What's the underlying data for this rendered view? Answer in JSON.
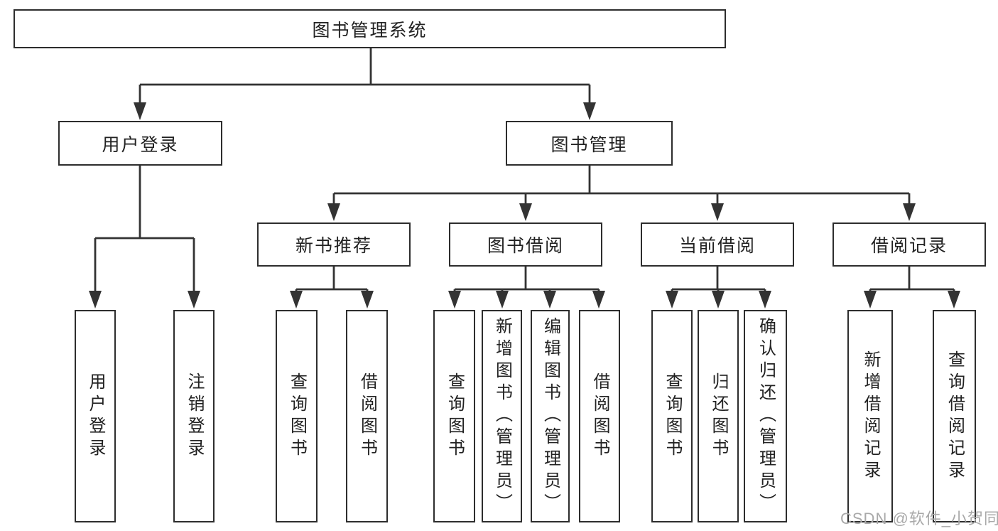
{
  "diagram": {
    "root": {
      "label": "图书管理系统"
    },
    "level2": [
      {
        "label": "用户登录"
      },
      {
        "label": "图书管理"
      }
    ],
    "level3": [
      {
        "label": "新书推荐"
      },
      {
        "label": "图书借阅"
      },
      {
        "label": "当前借阅"
      },
      {
        "label": "借阅记录"
      }
    ],
    "leaves": {
      "user_login": [
        {
          "label": "用户登录"
        },
        {
          "label": "注销登录"
        }
      ],
      "new_books": [
        {
          "label": "查询图书"
        },
        {
          "label": "借阅图书"
        }
      ],
      "book_borrow": [
        {
          "label": "查询图书"
        },
        {
          "label": "新增图书（管理员）"
        },
        {
          "label": "编辑图书（管理员）"
        },
        {
          "label": "借阅图书"
        }
      ],
      "current_borrow": [
        {
          "label": "查询图书"
        },
        {
          "label": "归还图书"
        },
        {
          "label": "确认归还（管理员）"
        }
      ],
      "borrow_records": [
        {
          "label": "新增借阅记录"
        },
        {
          "label": "查询借阅记录"
        }
      ]
    }
  },
  "watermark": {
    "text": "CSDN @软件_小贺同学"
  },
  "colors": {
    "line": "#333333",
    "box_border": "#2d2d2d",
    "text": "#222222",
    "watermark": "#a9a9a9",
    "background": "#ffffff"
  }
}
